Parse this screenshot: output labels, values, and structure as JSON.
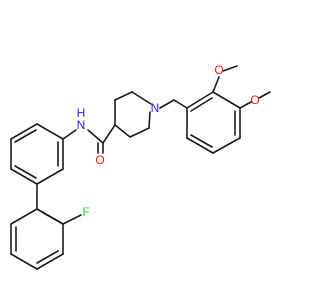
{
  "molecule": {
    "atoms": {
      "nh": {
        "label": "N",
        "h_label": "H",
        "color": "#1d1dff"
      },
      "carbonyl_o": {
        "label": "O",
        "color": "#ff1414"
      },
      "ring_n": {
        "label": "N",
        "color": "#1d1dff"
      },
      "methoxy_o1": {
        "label": "O",
        "color": "#ff1414"
      },
      "methoxy_o2": {
        "label": "O",
        "color": "#ff1414"
      },
      "fluorine": {
        "label": "F",
        "color": "#33cc33"
      }
    },
    "bond_color": "#1a1a1a"
  }
}
